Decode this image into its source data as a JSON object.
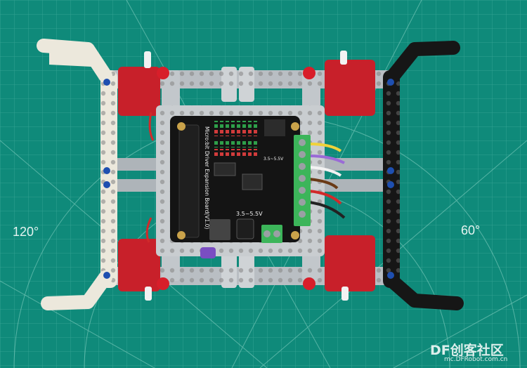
{
  "mat": {
    "left_angle": "120°",
    "right_angle": "60°"
  },
  "board": {
    "name": "Micro:bit Driver Expansion Board(V1.0)",
    "voltage_small": "3.5~5.5V",
    "voltage_large": "3.5~5.5V"
  },
  "watermark": {
    "brand": "DF创客社区",
    "url": "mc.DFRobot.com.cn"
  },
  "colors": {
    "mat": "#0f8a7a",
    "board": "#141414",
    "terminal": "#3cb55a",
    "motor": "#c8202a",
    "beam_white": "#ece8dc",
    "beam_black": "#161616",
    "beam_gray": "#b9bec3"
  }
}
